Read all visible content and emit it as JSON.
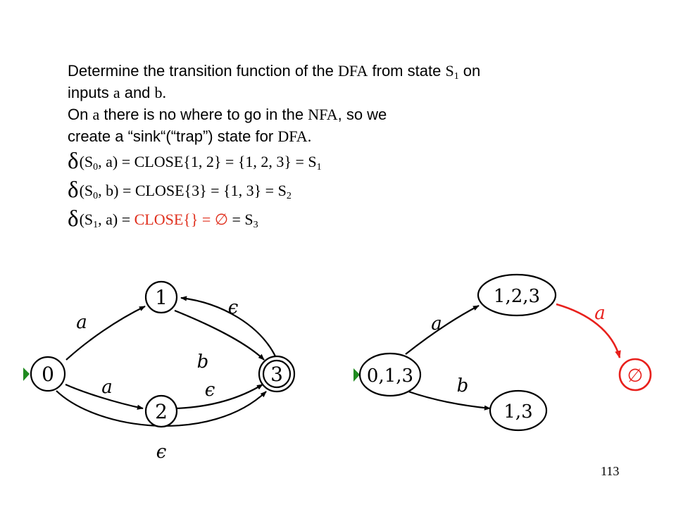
{
  "text": {
    "l1a": "Determine the transition function of the ",
    "l1b": "DFA",
    "l1c": " from state ",
    "l1d": "S",
    "l1sub": "1",
    "l1e": " on",
    "l2a": "inputs ",
    "l2b": "a",
    "l2c": " and ",
    "l2d": "b",
    "l2e": ".",
    "l3a": "On ",
    "l3b": "a",
    "l3c": " there is no where to go in the ",
    "l3d": "NFA",
    "l3e": ", so we",
    "l4a": "create a “sink“(“trap”) state for ",
    "l4b": "DFA",
    "l4c": "."
  },
  "equations": [
    {
      "delta": "δ",
      "a": "(S",
      "sub0": "0",
      "b": ", a) = CLOSE{1, 2} =  {1, 2, 3} = S",
      "sub1": "1"
    },
    {
      "delta": "δ",
      "a": "(S",
      "sub0": "0",
      "b": ", b) = CLOSE{3} = {1, 3} =  S",
      "sub1": "2"
    },
    {
      "delta": "δ",
      "a": "(S",
      "sub0": "1",
      "b": ", a) = ",
      "red": "CLOSE{} = ∅",
      "c": " =  S",
      "sub1": "3"
    }
  ],
  "nfa": {
    "states": [
      "0",
      "1",
      "2",
      "3"
    ],
    "accepting": [
      "3"
    ],
    "start": "0",
    "edge_labels": {
      "a_upper": "a",
      "a_lower": "a",
      "b": "b",
      "eps_3_to_1": "ϵ",
      "eps_2_to_3": "ϵ",
      "eps_0_to_3": "ϵ"
    }
  },
  "dfa": {
    "states": [
      "0,1,3",
      "1,2,3",
      "1,3",
      "∅"
    ],
    "start": "0,1,3",
    "edge_labels": {
      "a": "a",
      "b": "b",
      "a_sink": "a"
    },
    "sink_color": "#e8201c"
  },
  "page_number": "113"
}
